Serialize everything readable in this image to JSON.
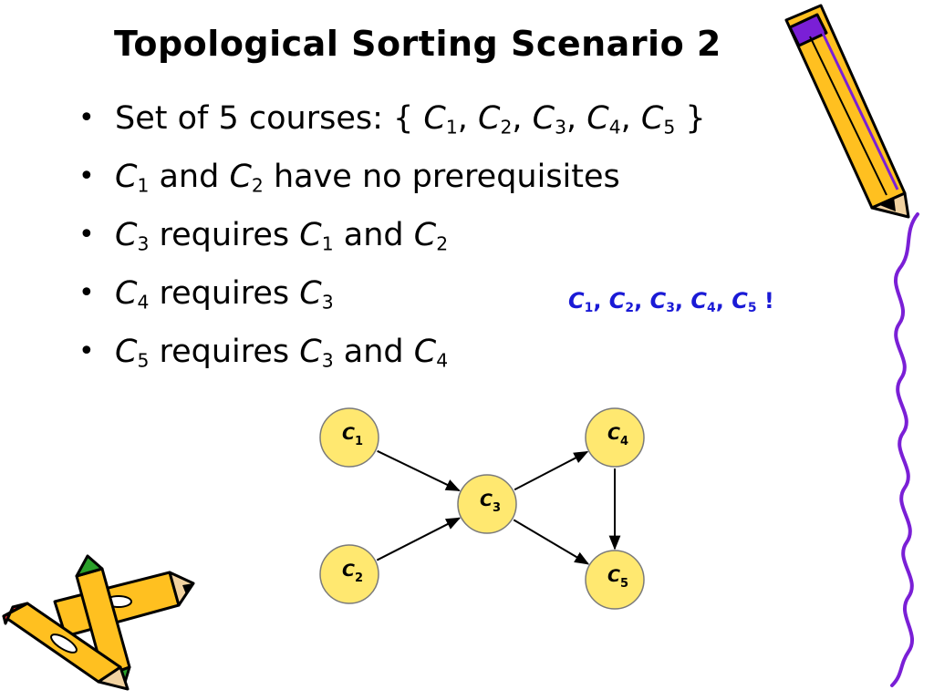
{
  "slide": {
    "title": "Topological Sorting Scenario 2",
    "bullets": [
      {
        "parts": [
          {
            "t": "Set of 5 courses: { "
          },
          {
            "c": "C",
            "s": "1"
          },
          {
            "t": ", "
          },
          {
            "c": "C",
            "s": "2"
          },
          {
            "t": ", "
          },
          {
            "c": "C",
            "s": "3"
          },
          {
            "t": ", "
          },
          {
            "c": "C",
            "s": "4"
          },
          {
            "t": ", "
          },
          {
            "c": "C",
            "s": "5"
          },
          {
            "t": " }"
          }
        ]
      },
      {
        "parts": [
          {
            "c": "C",
            "s": "1"
          },
          {
            "t": " and "
          },
          {
            "c": "C",
            "s": "2"
          },
          {
            "t": " have no prerequisites"
          }
        ]
      },
      {
        "parts": [
          {
            "c": "C",
            "s": "3"
          },
          {
            "t": " requires "
          },
          {
            "c": "C",
            "s": "1"
          },
          {
            "t": " and "
          },
          {
            "c": "C",
            "s": "2"
          }
        ]
      },
      {
        "parts": [
          {
            "c": "C",
            "s": "4"
          },
          {
            "t": " requires "
          },
          {
            "c": "C",
            "s": "3"
          }
        ]
      },
      {
        "parts": [
          {
            "c": "C",
            "s": "5"
          },
          {
            "t": " requires "
          },
          {
            "c": "C",
            "s": "3"
          },
          {
            "t": " and "
          },
          {
            "c": "C",
            "s": "4"
          }
        ]
      }
    ],
    "answer": {
      "parts": [
        {
          "c": "C",
          "s": "1"
        },
        {
          "t": ", "
        },
        {
          "c": "C",
          "s": "2"
        },
        {
          "t": ", "
        },
        {
          "c": "C",
          "s": "3"
        },
        {
          "t": ", "
        },
        {
          "c": "C",
          "s": "4"
        },
        {
          "t": ", "
        },
        {
          "c": "C",
          "s": "5"
        },
        {
          "t": " !"
        }
      ],
      "color": "#1a1ad6"
    }
  },
  "graph": {
    "node_fill": "#ffe870",
    "node_stroke": "#7a7a7a",
    "nodes": [
      {
        "id": "c1",
        "base": "C",
        "sub": "1"
      },
      {
        "id": "c2",
        "base": "C",
        "sub": "2"
      },
      {
        "id": "c3",
        "base": "C",
        "sub": "3"
      },
      {
        "id": "c4",
        "base": "C",
        "sub": "4"
      },
      {
        "id": "c5",
        "base": "C",
        "sub": "5"
      }
    ],
    "edges": [
      {
        "from": "c1",
        "to": "c3"
      },
      {
        "from": "c2",
        "to": "c3"
      },
      {
        "from": "c3",
        "to": "c4"
      },
      {
        "from": "c3",
        "to": "c5"
      },
      {
        "from": "c4",
        "to": "c5"
      }
    ]
  },
  "decorations": {
    "pencil_icons": [
      "pencil-icon-top-right",
      "pencil-icon-bottom-left-a",
      "pencil-icon-bottom-left-b"
    ],
    "border_color": "#7a1fd6",
    "pencil_body_color": "#ffc020",
    "pencil_outline": "#000000"
  }
}
